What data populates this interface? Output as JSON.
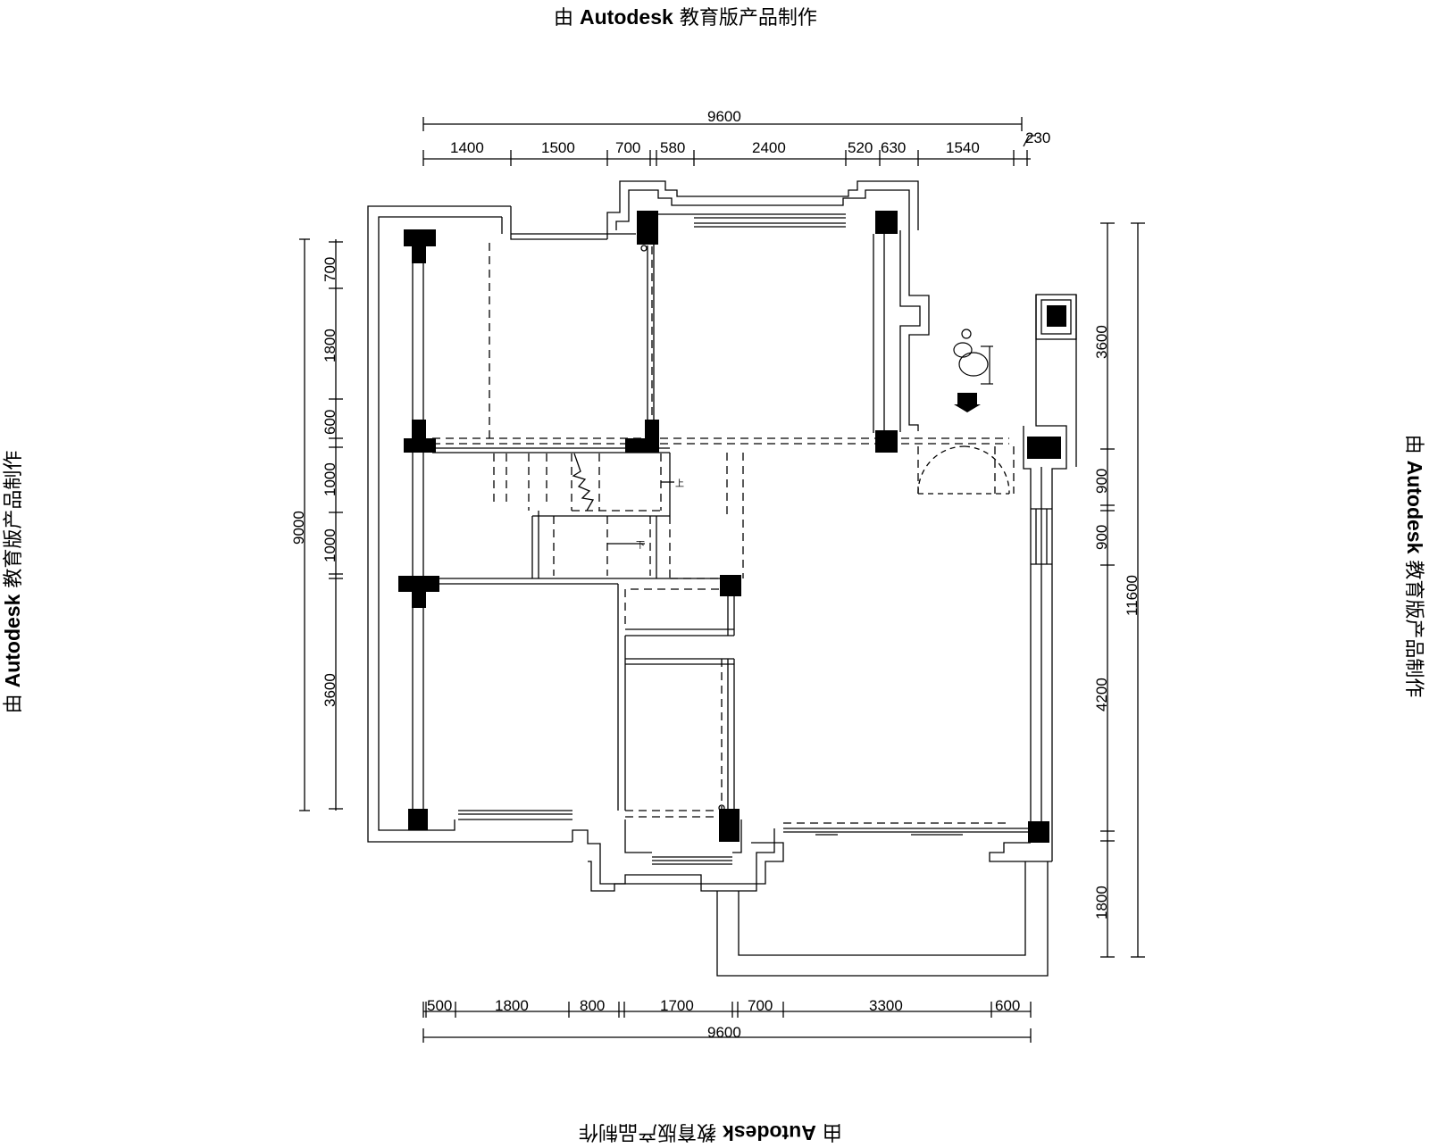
{
  "watermark": {
    "prefix": "由",
    "brand": "Autodesk",
    "suffix": "教育版产品制作"
  },
  "dimensions": {
    "top_total": "9600",
    "top_segments": [
      "1400",
      "1500",
      "700",
      "580",
      "2400",
      "520",
      "630",
      "1540",
      "230"
    ],
    "bottom_total": "9600",
    "bottom_segments": [
      "500",
      "1800",
      "800",
      "1700",
      "700",
      "3300",
      "600"
    ],
    "left_total": "9000",
    "left_segments": [
      "700",
      "1800",
      "600",
      "1000",
      "1000",
      "3600"
    ],
    "right_total": "11600",
    "right_segments": [
      "3600",
      "900",
      "900",
      "4200",
      "1800"
    ]
  },
  "stair_labels": {
    "up": "上",
    "down": "下"
  }
}
